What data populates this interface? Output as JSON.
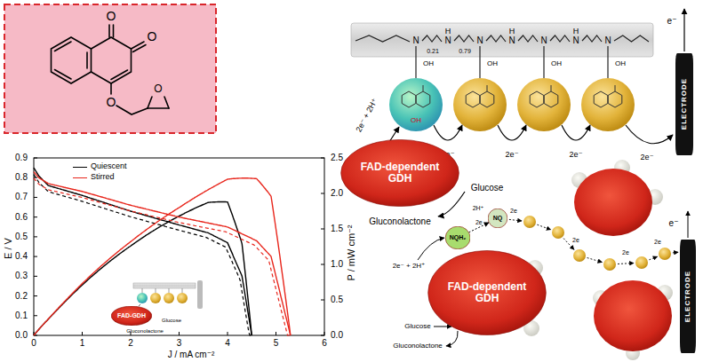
{
  "diagram": {
    "nodes": [
      {
        "text": [
          "FAD-dependent GDH"
        ]
      },
      {
        "text": [
          "ELECTRODE"
        ]
      },
      {
        "text": [
          "NQH₂"
        ]
      },
      {
        "text": [
          "NQ"
        ]
      },
      {
        "text": [
          "FAD-dependent GDH"
        ]
      },
      {
        "text": [
          "ELECTRODE"
        ]
      },
      {
        "text": [
          "FAD-GDH"
        ]
      }
    ],
    "edges": [
      {
        "from": 2,
        "to": 3,
        "arrow": "to",
        "label": "2e"
      }
    ],
    "labels": [
      "0.9",
      "0.8",
      "0.7",
      "0.6",
      "0.5",
      "0.4",
      "0.3",
      "0.2",
      "0.1",
      "0.0",
      "2.5",
      "2.0",
      "1.5",
      "1.0",
      "0.5",
      "0.0",
      "0",
      "1",
      "2",
      "3",
      "4",
      "5",
      "6",
      "E / V",
      "P / mW cm⁻²",
      "J / mA cm⁻²",
      "Glucose",
      "Gluconolactone",
      "O",
      "O",
      "O",
      "O",
      "N",
      "0.21",
      "N",
      "H",
      "0.79",
      "N",
      "N",
      "H",
      "N",
      "N",
      "H",
      "N",
      "OH",
      "OH",
      "OH",
      "OH",
      "OH",
      "2e⁻ + 2H⁺",
      "2e⁻",
      "2e⁻",
      "2e⁻",
      "2e⁻",
      "e⁻",
      "Glucose",
      "Gluconolactone",
      "2e⁻ + 2H⁺",
      "2H⁺",
      "2e",
      "2e",
      "2e",
      "2e",
      "e⁻",
      "Glucose",
      "Gluconolactone"
    ],
    "legend": [
      {
        "text": "Quiescent"
      },
      {
        "text": "Stirred"
      }
    ]
  }
}
